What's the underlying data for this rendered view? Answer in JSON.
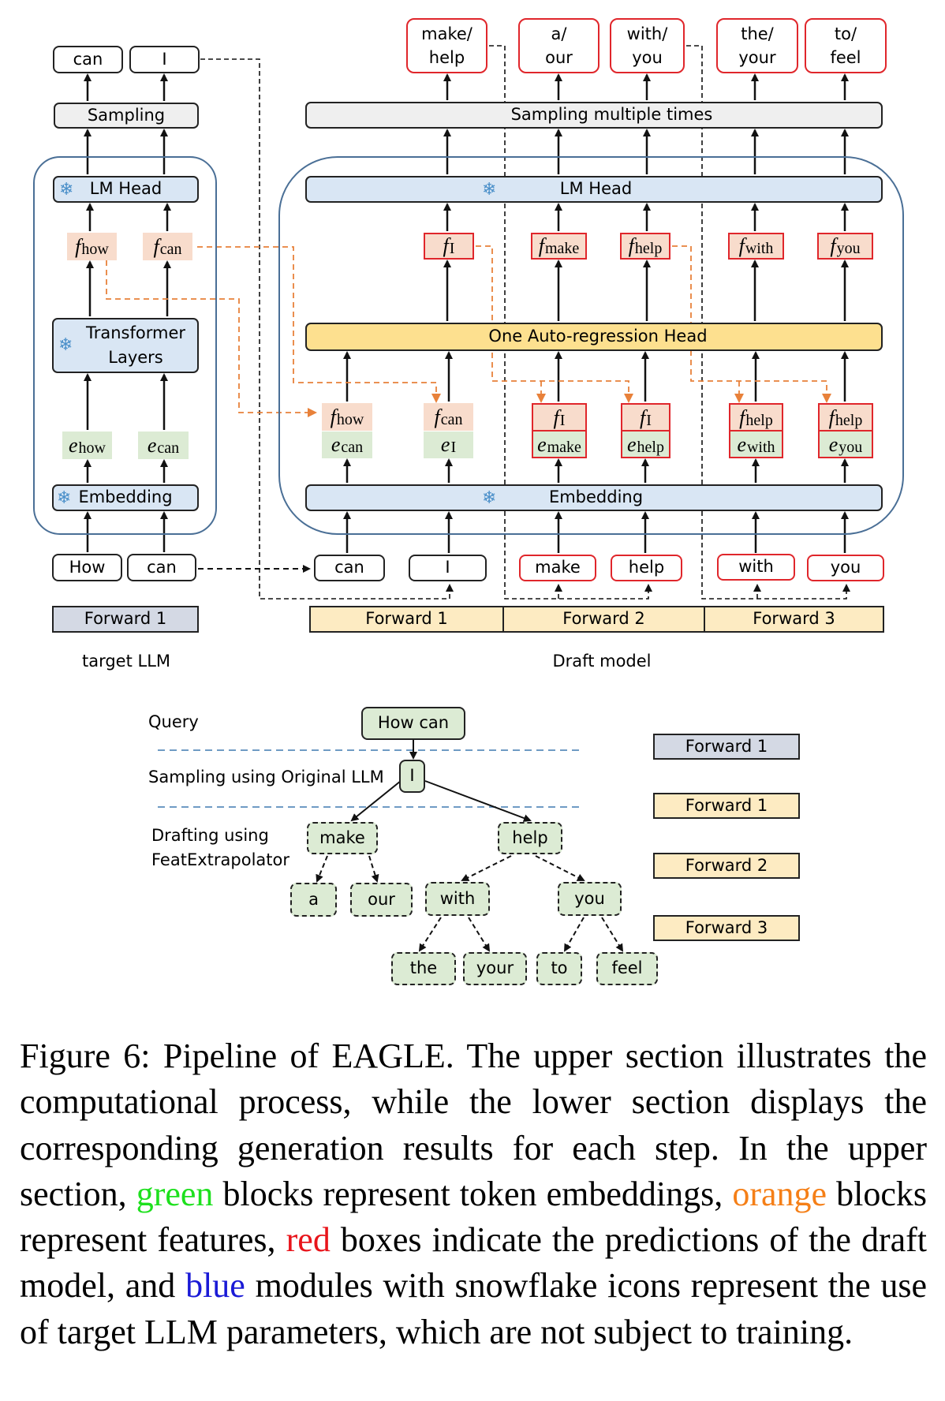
{
  "target_llm": {
    "label": "target LLM",
    "outputs": [
      "can",
      "I"
    ],
    "sampling": "Sampling",
    "lm_head": "LM Head",
    "features": [
      {
        "sym": "f",
        "sub": "how"
      },
      {
        "sym": "f",
        "sub": "can"
      }
    ],
    "transformer": "Transformer Layers",
    "embeddings": [
      {
        "sym": "e",
        "sub": "how"
      },
      {
        "sym": "e",
        "sub": "can"
      }
    ],
    "embedding": "Embedding",
    "inputs": [
      "How",
      "can"
    ],
    "forward": "Forward 1"
  },
  "draft_model": {
    "label": "Draft model",
    "outputs": [
      "make/\nhelp",
      "a/\nour",
      "with/\nyou",
      "the/\nyour",
      "to/\nfeel"
    ],
    "sampling": "Sampling multiple times",
    "lm_head": "LM Head",
    "top_features": [
      {
        "sym": "f",
        "sub": "I"
      },
      {
        "sym": "f",
        "sub": "make"
      },
      {
        "sym": "f",
        "sub": "help"
      },
      {
        "sym": "f",
        "sub": "with"
      },
      {
        "sym": "f",
        "sub": "you"
      }
    ],
    "ar_head": "One Auto-regression Head",
    "input_pairs": [
      {
        "f": {
          "sym": "f",
          "sub": "how"
        },
        "e": {
          "sym": "e",
          "sub": "can"
        },
        "predicted": false
      },
      {
        "f": {
          "sym": "f",
          "sub": "can"
        },
        "e": {
          "sym": "e",
          "sub": "I"
        },
        "predicted": false
      },
      {
        "f": {
          "sym": "f",
          "sub": "I"
        },
        "e": {
          "sym": "e",
          "sub": "make"
        },
        "predicted": true
      },
      {
        "f": {
          "sym": "f",
          "sub": "I"
        },
        "e": {
          "sym": "e",
          "sub": "help"
        },
        "predicted": true
      },
      {
        "f": {
          "sym": "f",
          "sub": "help"
        },
        "e": {
          "sym": "e",
          "sub": "with"
        },
        "predicted": true
      },
      {
        "f": {
          "sym": "f",
          "sub": "help"
        },
        "e": {
          "sym": "e",
          "sub": "you"
        },
        "predicted": true
      }
    ],
    "embedding": "Embedding",
    "inputs": [
      "can",
      "I",
      "make",
      "help",
      "with",
      "you"
    ],
    "forwards": [
      "Forward 1",
      "Forward 2",
      "Forward 3"
    ]
  },
  "tree": {
    "rows": [
      "Query",
      "Sampling using Original LLM",
      "Drafting using\nFeatExtrapolator"
    ],
    "query": "How can",
    "sampled": "I",
    "level1": [
      "make",
      "help"
    ],
    "level2": [
      "a",
      "our",
      "with",
      "you"
    ],
    "level3": [
      "the",
      "your",
      "to",
      "feel"
    ],
    "legend": [
      "Forward 1",
      "Forward 1",
      "Forward 2",
      "Forward 3"
    ]
  },
  "icons": {
    "snowflake": "❄"
  },
  "colors": {
    "feature_orange": "#f8dccc",
    "embedding_green": "#dcebd4",
    "prediction_red": "#e0262b",
    "frozen_blue": "#d9e6f4",
    "ar_head_yellow": "#fde08f",
    "connector_orange": "#e8813a"
  },
  "caption": {
    "p1": "Figure 6: Pipeline of EAGLE. The upper section illustrates the computational process, while the lower section displays the corresponding generation results for each step. In the upper section, ",
    "green": "green",
    "p2": " blocks represent token embeddings, ",
    "orange": "or­ange",
    "p3": " blocks represent features, ",
    "red": "red",
    "p4": " boxes indicate the predic­tions of the draft model, and ",
    "blue": "blue",
    "p5": " modules with snowflake icons represent the use of target LLM parameters, which are not subject to training."
  }
}
